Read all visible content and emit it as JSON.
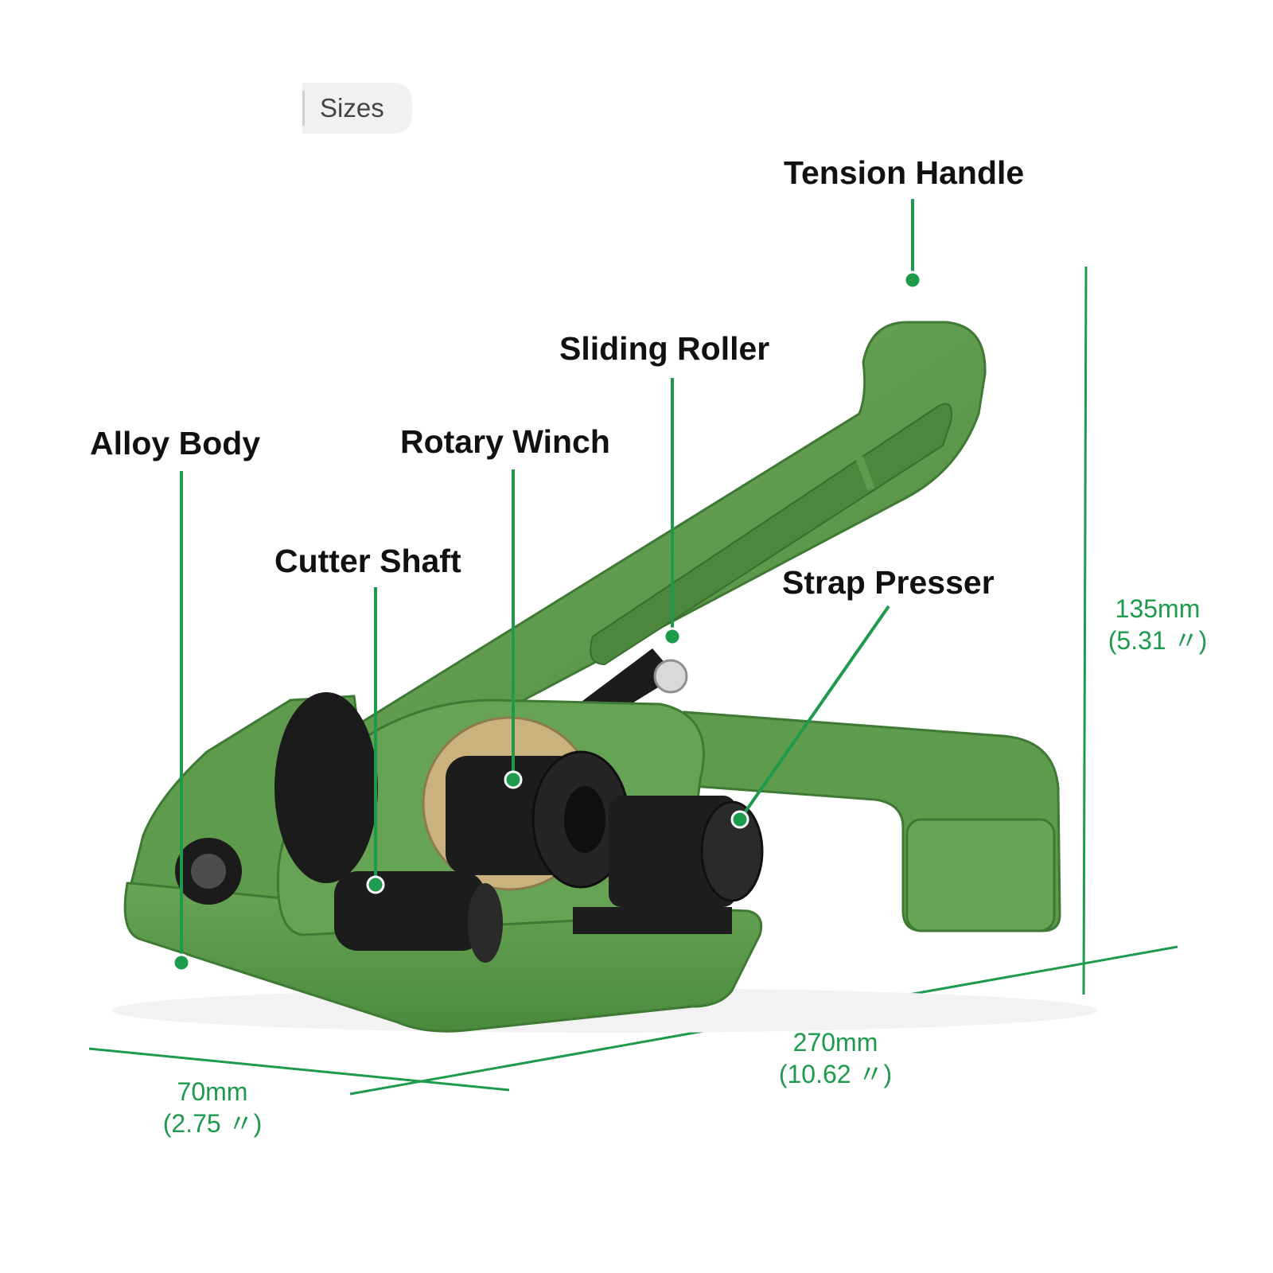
{
  "tab": {
    "label": "Sizes"
  },
  "parts": {
    "tension_handle": "Tension Handle",
    "sliding_roller": "Sliding Roller",
    "alloy_body": "Alloy Body",
    "rotary_winch": "Rotary Winch",
    "cutter_shaft": "Cutter Shaft",
    "strap_presser": "Strap Presser"
  },
  "dimensions": {
    "height": {
      "metric": "135mm",
      "imperial": "(5.31 〃)"
    },
    "length": {
      "metric": "270mm",
      "imperial": "(10.62 〃)"
    },
    "width": {
      "metric": "70mm",
      "imperial": "(2.75 〃)"
    }
  },
  "colors": {
    "accent": "#1e9a4c",
    "tool_body": "#5f9a4f",
    "tool_dark": "#3f7a35",
    "rubber": "#1b1b1b"
  }
}
